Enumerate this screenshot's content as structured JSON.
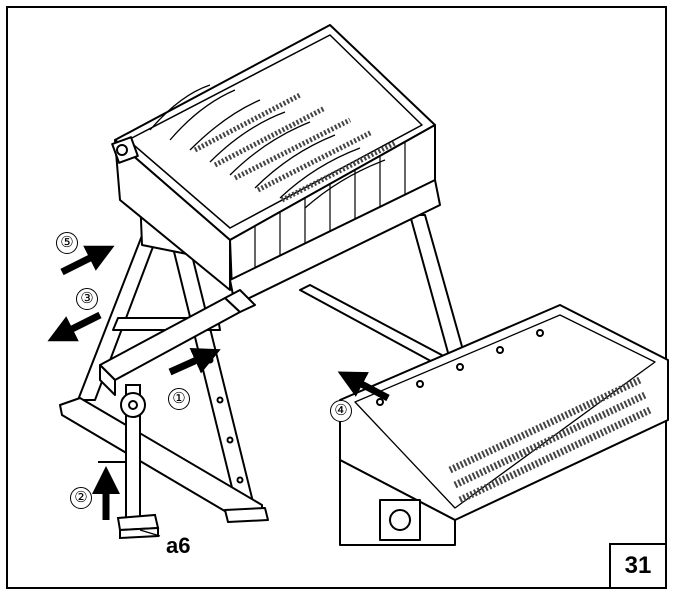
{
  "figure": {
    "number": "31",
    "part_label": "a6",
    "steps": [
      {
        "label": "①",
        "icon": "arrow-right-icon"
      },
      {
        "label": "②",
        "icon": "arrow-up-icon"
      },
      {
        "label": "③",
        "icon": "arrow-left-icon"
      },
      {
        "label": "④",
        "icon": "arrow-left-icon"
      },
      {
        "label": "⑤",
        "icon": "arrow-right-icon"
      }
    ]
  },
  "colors": {
    "line": "#000000",
    "background": "#ffffff",
    "rib_shade": "#444444"
  }
}
